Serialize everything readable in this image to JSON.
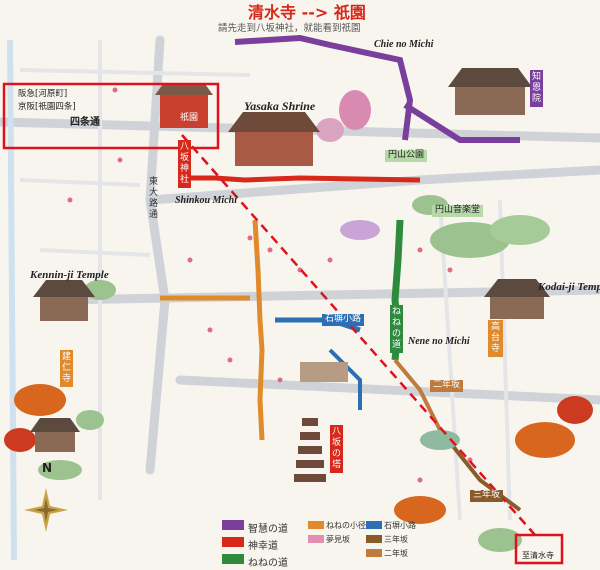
{
  "title": "清水寺 --> 祇園",
  "subtitle": "請先走到八坂神社，就能看到祇園",
  "routes": {
    "chie": "智慧の道",
    "shinkou": "神幸道",
    "nene": "ねねの道"
  },
  "areas": {
    "yasaka_shrine_en": "Yasaka Shrine",
    "chie_no_michi_en": "Chie no Michi",
    "shinkou_michi_en": "Shinkou Michi",
    "kenninji_en": "Kennin-ji Temple",
    "kodaiji_en": "Kodai-ji Temple",
    "nene_no_michi_en": "Nene no Michi",
    "yasaka_jinja_jp": "八坂神社",
    "maruyama_park": "円山公園",
    "kenninji_jp": "建仁寺",
    "kodaiji_jp": "高台寺",
    "yasaka_tower_jp": "八坂の塔",
    "shijo_street": "四条通",
    "higashioji_street": "東大路通",
    "chionin": "知恩院",
    "maruyama_music_hall": "円山音楽堂",
    "kiyomizu_dest": "至清水寺",
    "gion": "祇園",
    "nene_vertical": "ねねの道",
    "ninenzaka": "二年坂",
    "ishibe_koji": "石塀小路",
    "sannenzaka": "三年坂"
  },
  "stations": {
    "keihan_gion_shijo": "京阪[祇園四条]",
    "hankyu_kawaramachi": "阪急[河原町]"
  },
  "legend": {
    "chie": "智慧の道",
    "shinkou": "神幸道",
    "nene": "ねねの道",
    "nene_koji": "ねねの小径",
    "ishibe": "石塀小路",
    "yumemi": "夢見坂",
    "ninen": "二年坂",
    "sannen": "三年坂"
  },
  "colors": {
    "chie": "#7a3e9c",
    "shinkou": "#d6281b",
    "nene": "#2e8b3e",
    "nene_koji": "#e08a2c",
    "ishibe": "#2c6fb5",
    "yumemi": "#e48fb0",
    "ninen": "#c07a3c",
    "sannen": "#8b5a2b",
    "highlight_box": "#e0101c",
    "route_dash": "#e0101c"
  },
  "compass": "N"
}
